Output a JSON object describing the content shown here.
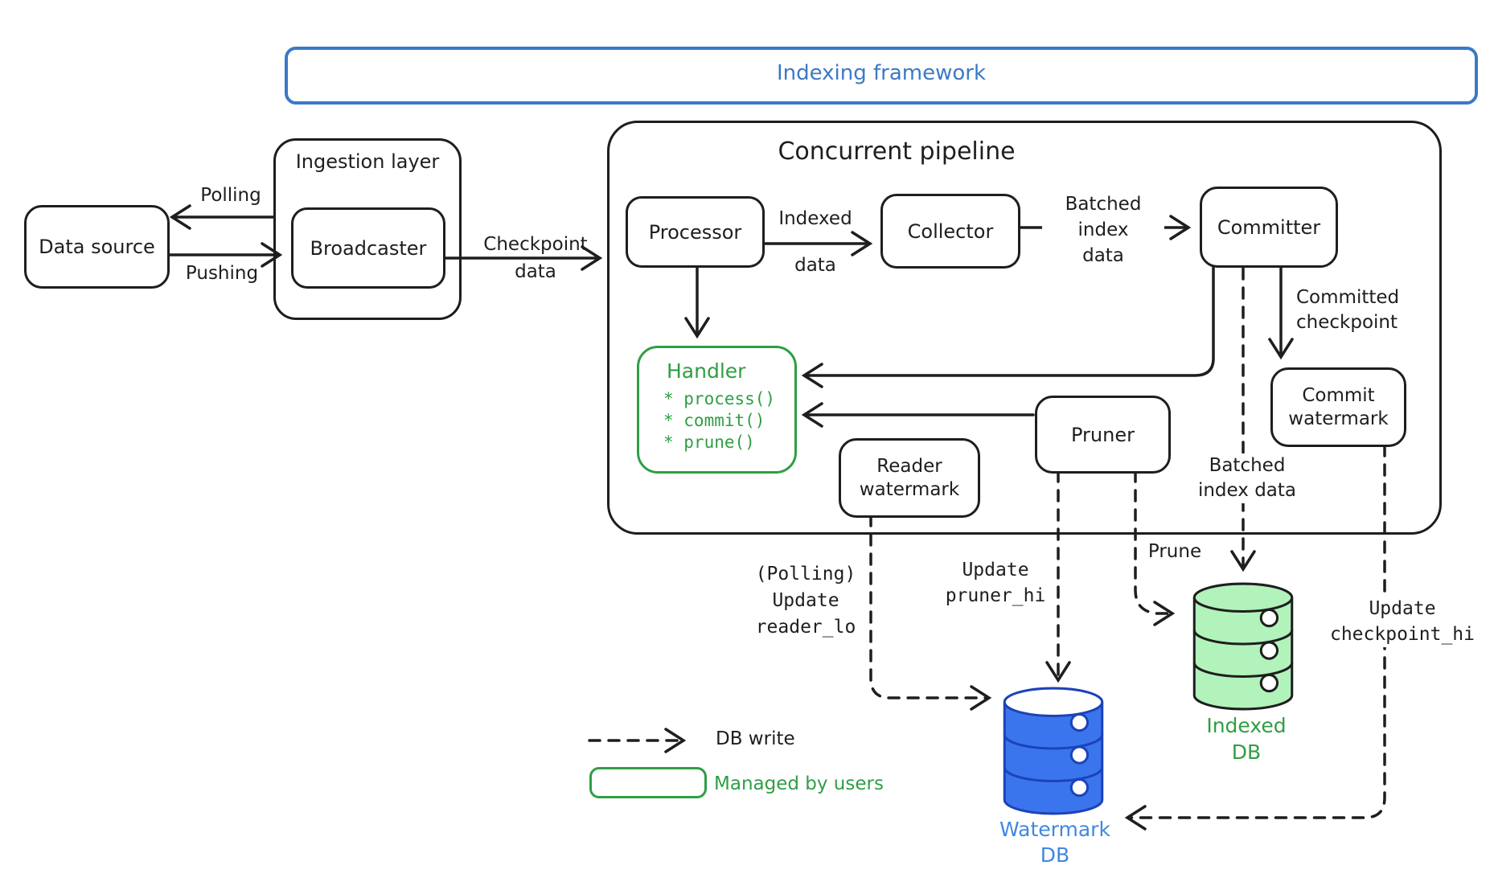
{
  "banner": {
    "title": "Indexing framework"
  },
  "legend": {
    "db_write": "DB write",
    "managed_by_users": "Managed by users"
  },
  "nodes": {
    "data_source": {
      "label": "Data source"
    },
    "ingestion_layer": {
      "label": "Ingestion layer"
    },
    "broadcaster": {
      "label": "Broadcaster"
    },
    "pipeline": {
      "title": "Concurrent pipeline"
    },
    "processor": {
      "label": "Processor"
    },
    "collector": {
      "label": "Collector"
    },
    "committer": {
      "label": "Committer"
    },
    "handler": {
      "title": "Handler",
      "m1": "* process()",
      "m2": "* commit()",
      "m3": "* prune()"
    },
    "pruner": {
      "label": "Pruner"
    },
    "reader_watermark": {
      "l1": "Reader",
      "l2": "watermark"
    },
    "commit_watermark": {
      "l1": "Commit",
      "l2": "watermark"
    }
  },
  "edges": {
    "polling": {
      "label": "Polling"
    },
    "pushing": {
      "label": "Pushing"
    },
    "checkpoint_data": {
      "l1": "Checkpoint",
      "l2": "data"
    },
    "indexed_data": {
      "l1": "Indexed",
      "l2": "data"
    },
    "batched_index_top": {
      "l1": "Batched",
      "l2": "index",
      "l3": "data"
    },
    "committed_checkpoint": {
      "l1": "Committed",
      "l2": "checkpoint"
    },
    "update_reader_lo": {
      "l1": "(Polling)",
      "l2": "Update",
      "l3": "reader_lo"
    },
    "update_pruner_hi": {
      "l1": "Update",
      "l2": "pruner_hi"
    },
    "prune": {
      "label": "Prune"
    },
    "batched_index_bottom": {
      "l1": "Batched",
      "l2": "index data"
    },
    "update_checkpoint_hi": {
      "l1": "Update",
      "l2": "checkpoint_hi"
    }
  },
  "databases": {
    "watermark_db": {
      "l1": "Watermark",
      "l2": "DB"
    },
    "indexed_db": {
      "l1": "Indexed",
      "l2": "DB"
    }
  },
  "colors": {
    "ink": "#1e1e1e",
    "banner_blue": "#3b79c6",
    "green": "#2f9e44",
    "green_fill": "#b2f2bb",
    "blue_fill": "#3a75ee",
    "blue_stroke": "#1d43b8",
    "blue_label": "#4087e2"
  }
}
